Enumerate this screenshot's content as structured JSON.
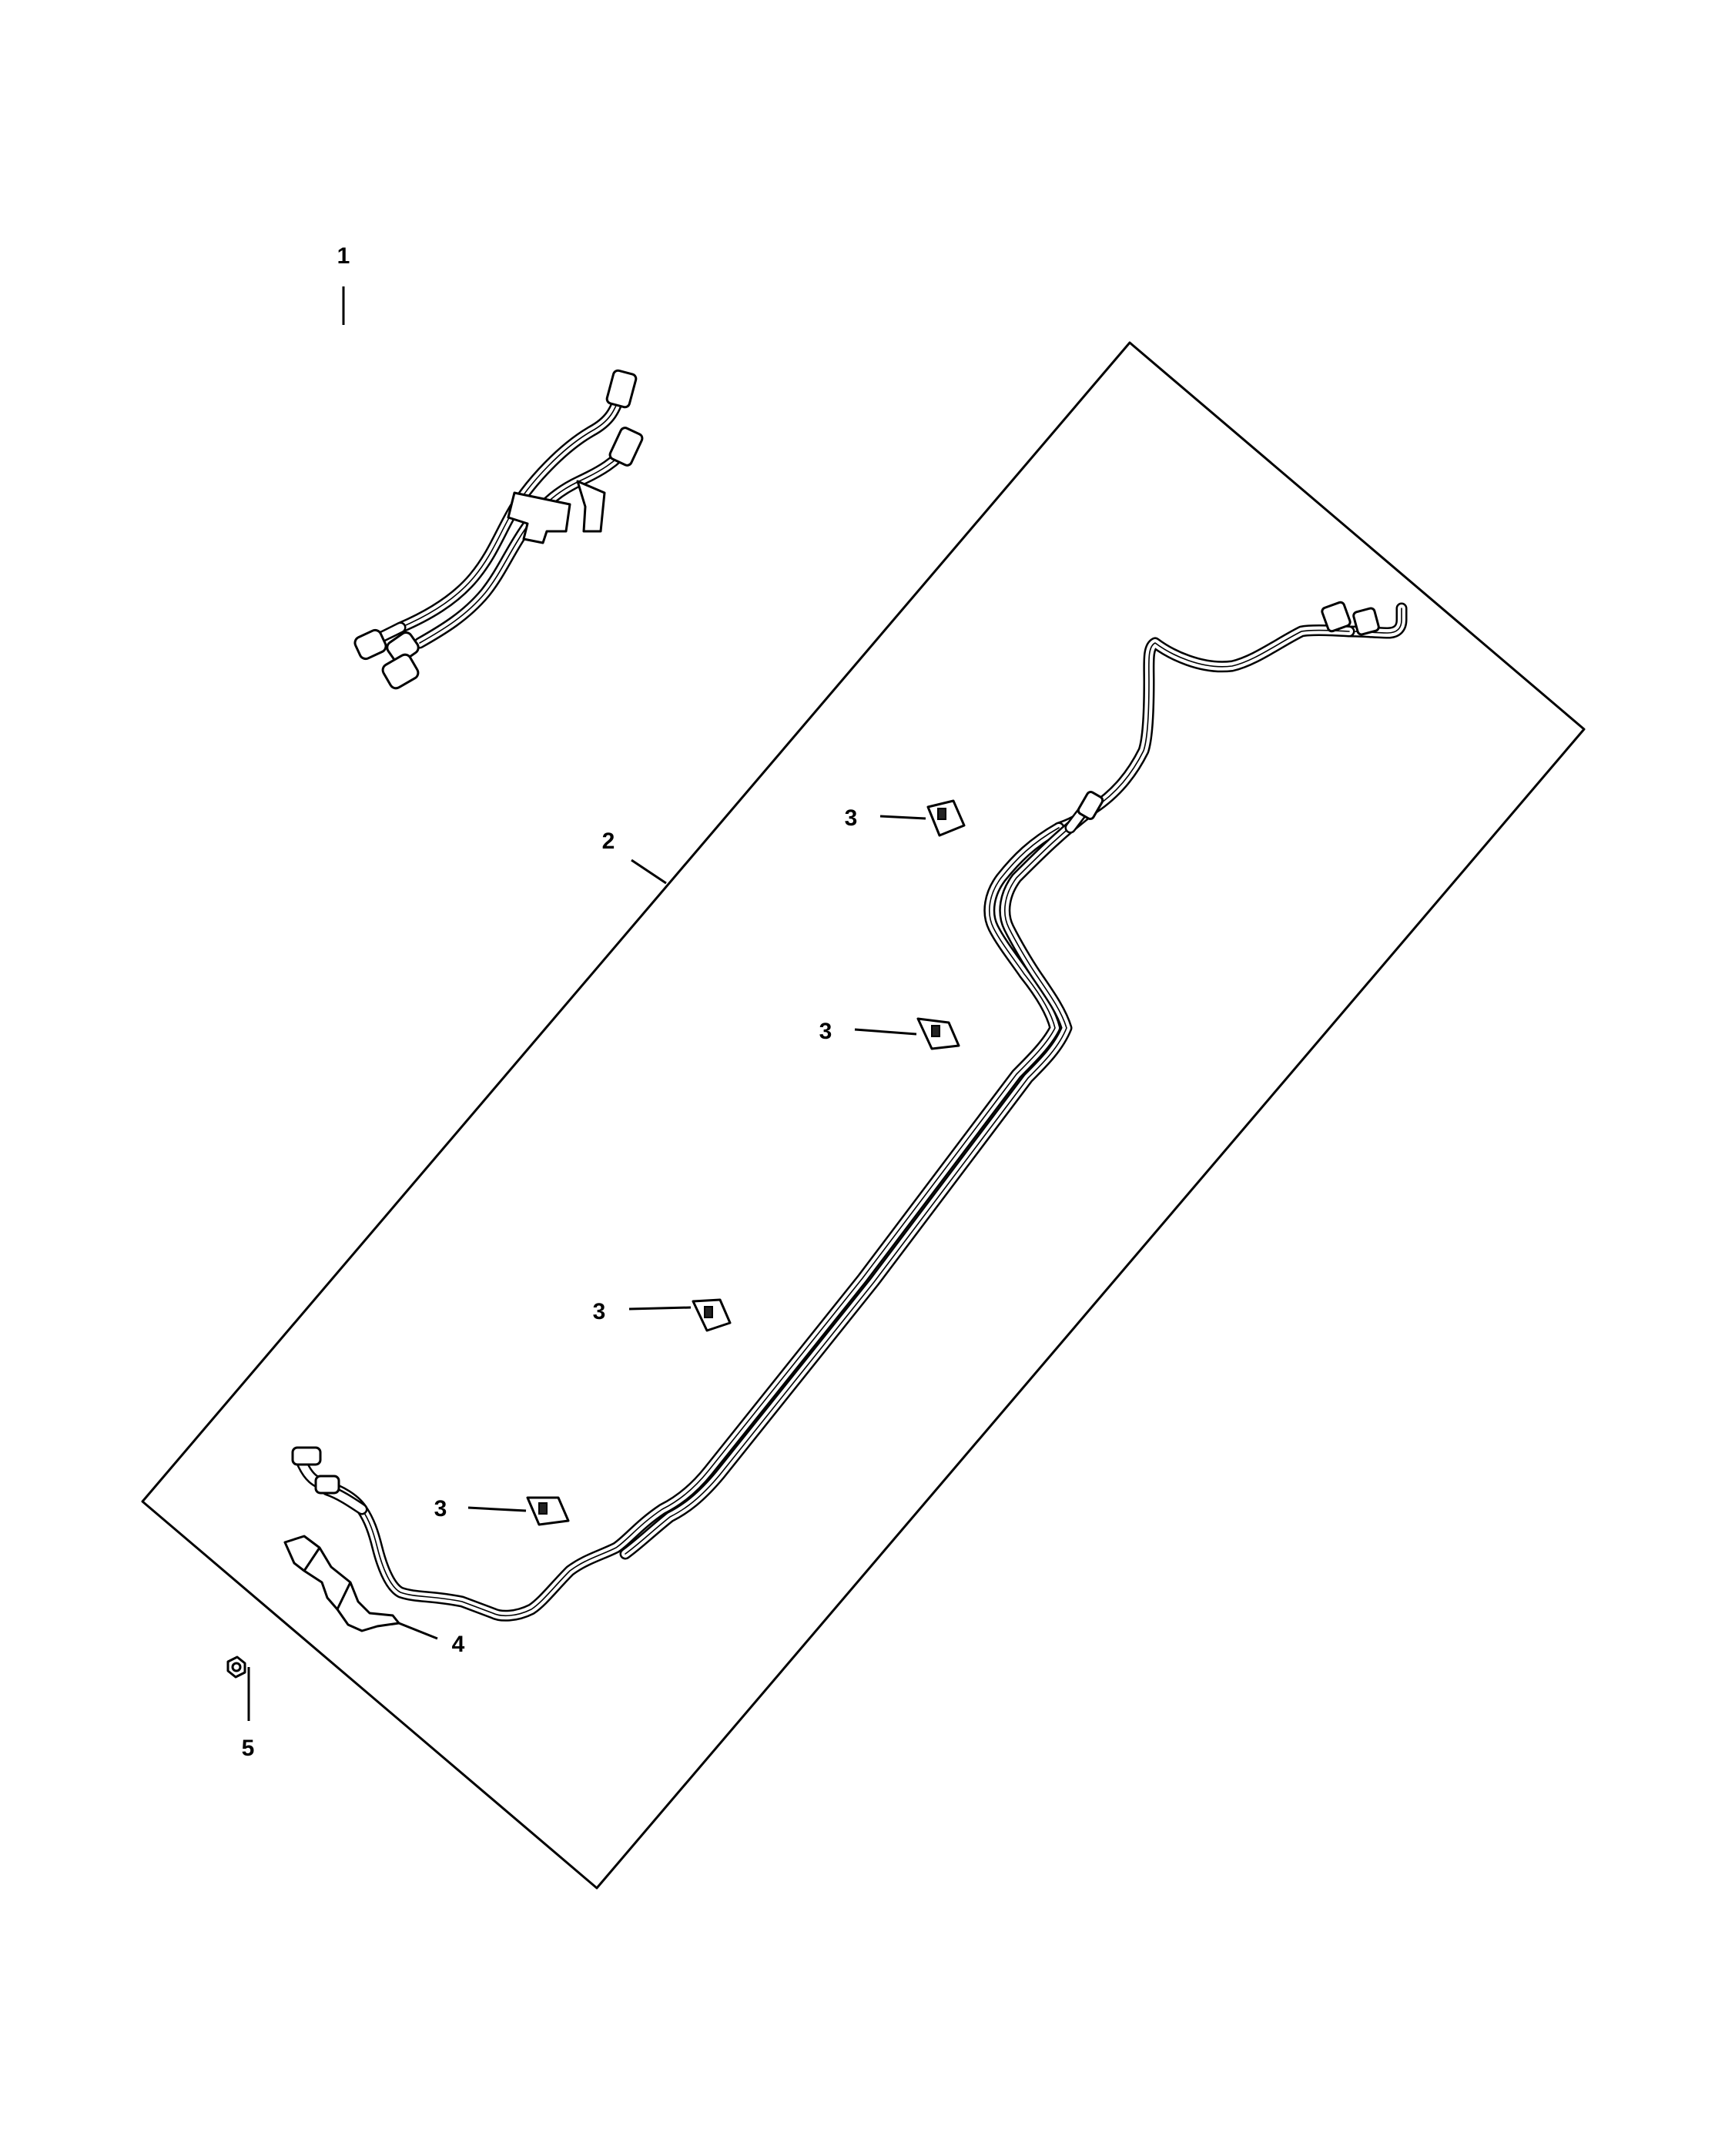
{
  "callouts": {
    "item_1": "1",
    "item_2": "2",
    "item_3a": "3",
    "item_3b": "3",
    "item_3c": "3",
    "item_3d": "3",
    "item_4": "4",
    "item_5": "5"
  },
  "colors": {
    "line": "#000000",
    "background": "#ffffff"
  }
}
